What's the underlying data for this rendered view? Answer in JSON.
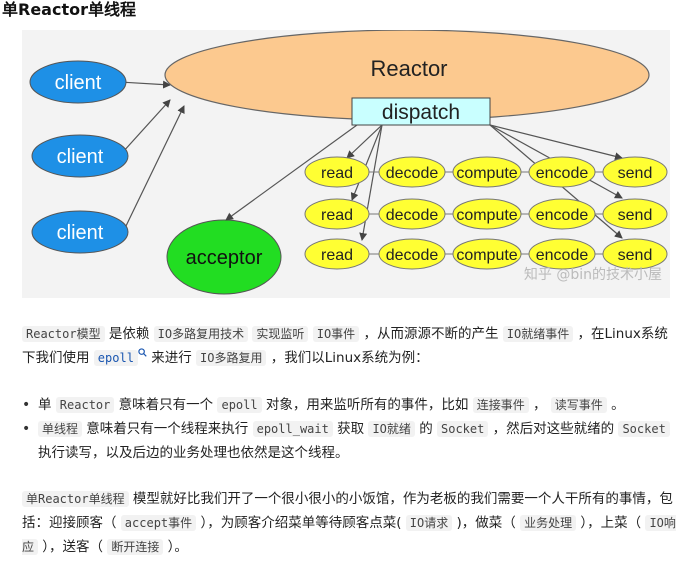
{
  "heading": "单Reactor单线程",
  "diagram": {
    "reactor": "Reactor",
    "dispatch": "dispatch",
    "clients": [
      "client",
      "client",
      "client"
    ],
    "acceptor": "acceptor",
    "rows": [
      [
        "read",
        "decode",
        "compute",
        "encode",
        "send"
      ],
      [
        "read",
        "decode",
        "compute",
        "encode",
        "send"
      ],
      [
        "read",
        "decode",
        "compute",
        "encode",
        "send"
      ]
    ],
    "watermark": "知乎 @bin的技术小屋",
    "colors": {
      "client": "#1e90e6",
      "reactor": "#fcc98f",
      "dispatch": "#c9ffff",
      "acceptor": "#22dd22",
      "stage": "#ffff33"
    }
  },
  "para1": {
    "p1_code1": "Reactor模型",
    "p1_t1": " 是依赖 ",
    "p1_code2": "IO多路复用技术",
    "p1_t2": " ",
    "p1_code3": "实现监听",
    "p1_t3": " ",
    "p1_code4": "IO事件",
    "p1_t4": " ，从而源源不断的产生 ",
    "p1_code5": "IO就绪事件",
    "p1_t5": " ，在Linux系统下我们使用 ",
    "p1_link": "epoll",
    "p1_t6": " 来进行 ",
    "p1_code6": "IO多路复用",
    "p1_t7": " ，我们以Linux系统为例："
  },
  "bullets": {
    "b1_t1": "单 ",
    "b1_code1": "Reactor",
    "b1_t2": " 意味着只有一个 ",
    "b1_code2": "epoll",
    "b1_t3": " 对象，用来监听所有的事件，比如 ",
    "b1_code3": "连接事件",
    "b1_t4": " ， ",
    "b1_code4": "读写事件",
    "b1_t5": " 。",
    "b2_code1": "单线程",
    "b2_t1": " 意味着只有一个线程来执行 ",
    "b2_code2": "epoll_wait",
    "b2_t2": " 获取 ",
    "b2_code3": "IO就绪",
    "b2_t3": " 的 ",
    "b2_code4": "Socket",
    "b2_t4": " ，然后对这些就绪的 ",
    "b2_code5": "Socket",
    "b2_t5": " 执行读写，以及后边的业务处理也依然是这个线程。"
  },
  "para2": {
    "p2_code1": "单Reactor单线程",
    "p2_t1": " 模型就好比我们开了一个很小很小的小饭馆，作为老板的我们需要一个人干所有的事情，包括：迎接顾客（ ",
    "p2_code2": "accept事件",
    "p2_t2": " ），为顾客介绍菜单等待顾客点菜( ",
    "p2_code3": "IO请求",
    "p2_t3": " )，做菜（ ",
    "p2_code4": "业务处理",
    "p2_t4": " ），上菜（ ",
    "p2_code5": "IO响应",
    "p2_t5": " ），送客（ ",
    "p2_code6": "断开连接",
    "p2_t6": " ）。"
  }
}
